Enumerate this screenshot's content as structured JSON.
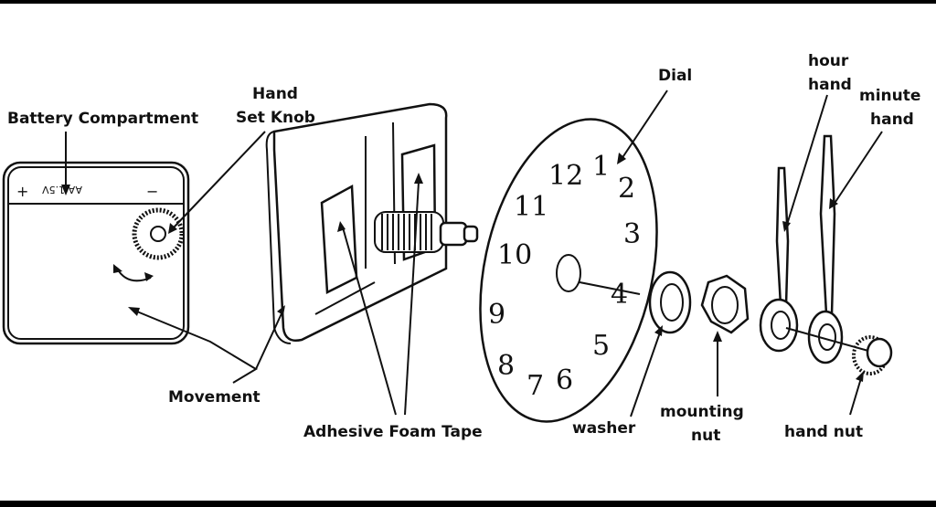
{
  "labels": {
    "battery_compartment": "Battery Compartment",
    "hand_set_knob_1": "Hand",
    "hand_set_knob_2": "Set Knob",
    "dial": "Dial",
    "hour_hand_1": "hour",
    "hour_hand_2": "hand",
    "minute_hand_1": "minute",
    "minute_hand_2": "hand",
    "movement": "Movement",
    "adhesive_foam_tape": "Adhesive Foam Tape",
    "washer": "washer",
    "mounting_nut_1": "mounting",
    "mounting_nut_2": "nut",
    "hand_nut": "hand nut"
  },
  "battery": {
    "plus": "+",
    "minus": "−",
    "voltage": "AA 1.5V"
  },
  "dial_numbers": [
    "12",
    "1",
    "2",
    "3",
    "4",
    "5",
    "6",
    "7",
    "8",
    "9",
    "10",
    "11"
  ]
}
